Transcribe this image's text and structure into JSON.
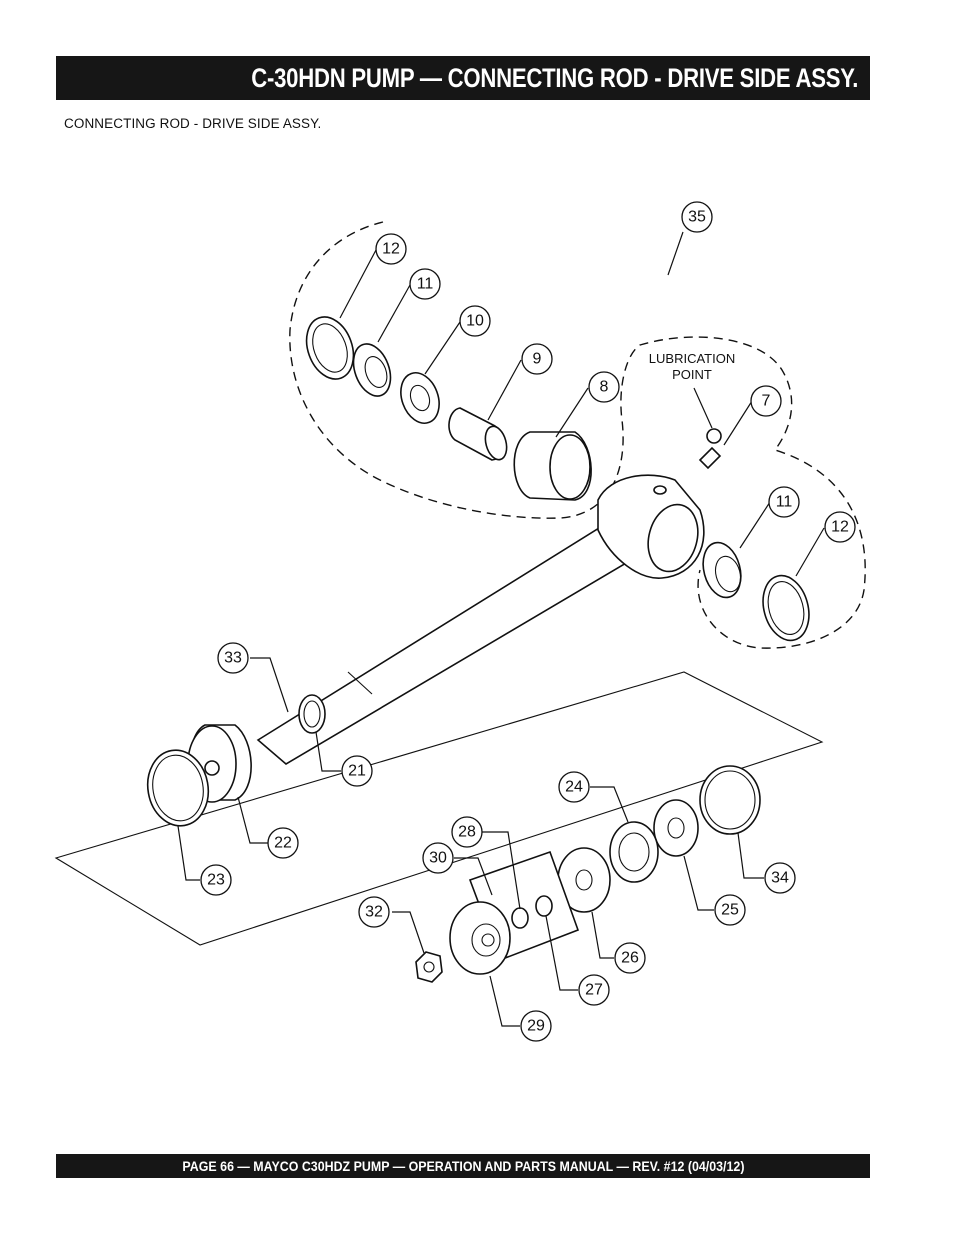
{
  "header": {
    "title": "C-30HDN PUMP — CONNECTING ROD - DRIVE SIDE ASSY.",
    "subtitle": "CONNECTING ROD - DRIVE SIDE ASSY."
  },
  "diagram": {
    "note_line1": "LUBRICATION",
    "note_line2": "POINT",
    "callouts": {
      "c35": "35",
      "c12a": "12",
      "c11a": "11",
      "c10": "10",
      "c9": "9",
      "c8": "8",
      "c7": "7",
      "c11b": "11",
      "c12b": "12",
      "c33": "33",
      "c21": "21",
      "c22": "22",
      "c23": "23",
      "c24": "24",
      "c28": "28",
      "c30": "30",
      "c32": "32",
      "c34": "34",
      "c25": "25",
      "c26": "26",
      "c27": "27",
      "c29": "29"
    }
  },
  "footer": {
    "text": "PAGE 66 — MAYCO C30HDZ PUMP — OPERATION AND PARTS MANUAL — REV. #12 (04/03/12)"
  }
}
